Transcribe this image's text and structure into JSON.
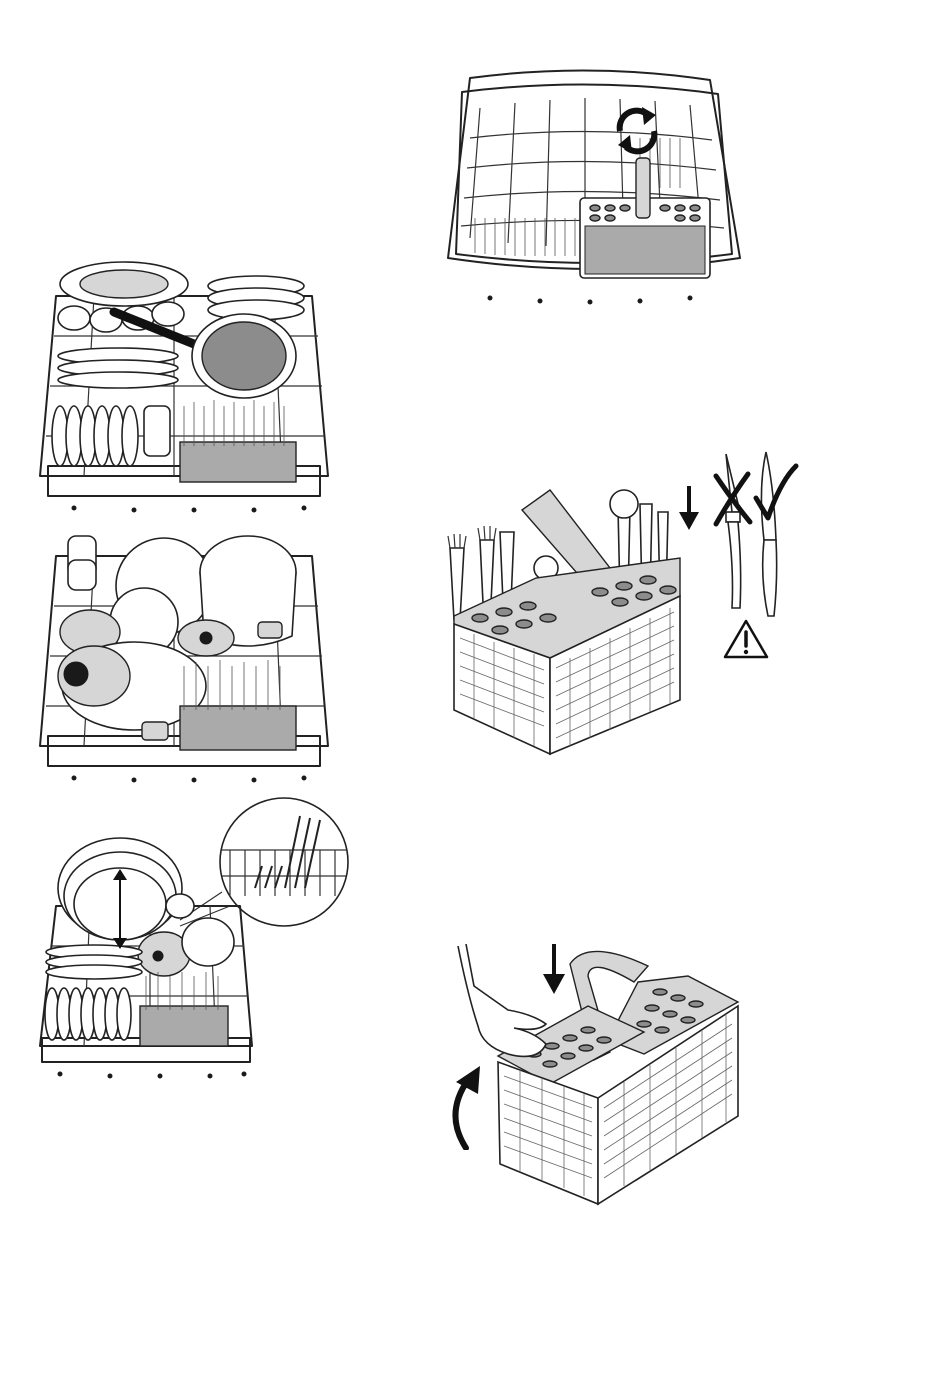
{
  "page": {
    "figures": [
      "lower-basket-top-view",
      "basket-loaded-plates-pan",
      "basket-loaded-pots-bowls",
      "basket-plate-clearance-detail",
      "cutlery-basket-loading",
      "cutlery-basket-lid"
    ]
  },
  "colors": {
    "line": "#222222",
    "fill_light": "#d6d6d6",
    "fill_dark": "#8c8c8c",
    "background": "#ffffff"
  },
  "icons": {
    "rotate": "rotate-arrows-icon",
    "down": "arrow-down-icon",
    "cross": "cross-mark-icon",
    "check": "check-mark-icon",
    "warning": "warning-triangle-icon",
    "lift": "curved-arrow-up-icon",
    "height": "double-arrow-vertical-icon"
  }
}
